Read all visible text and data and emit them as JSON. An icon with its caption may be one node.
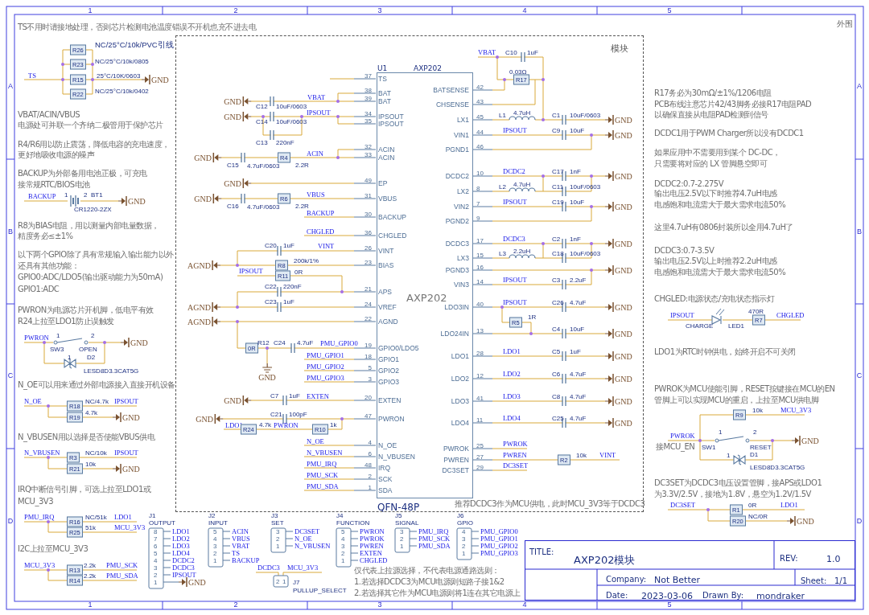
{
  "diagram": {
    "nodes": [
      {
        "text": [
          "模块"
        ]
      },
      {
        "text": [
          "AXP202"
        ],
        "in": 0,
        "beside": [
          "U1",
          "AXP202",
          "QFN-48P"
        ]
      },
      {
        "text": [
          "TITLE:",
          "AXP202模块",
          "REV:",
          "1.0",
          "Company:",
          "Not Better",
          "Sheet:",
          "1/1",
          "Date:",
          "2023-03-06",
          "Drawn By:",
          "mondraker"
        ]
      }
    ],
    "labels": [
      "1",
      "2",
      "3",
      "4",
      "5",
      "A",
      "B",
      "C",
      "D",
      "A",
      "B",
      "C",
      "D",
      "1",
      "2",
      "3",
      "4",
      "5",
      "TS不用时请接地处理，否则芯片检测电池温度错误不开机也充不进去电",
      "外围",
      "R26",
      "NC/25°C/10k/PVC引线",
      "R23",
      "NC/25°C/10k/0805",
      "TS",
      "R15",
      "25°C/10K/0603",
      "GND",
      "R22",
      "NC/25°C/10k/0402",
      "VBAT/ACIN/VBUS",
      "电源处可并联一个齐纳二极管用于保护芯片",
      "R4/R6用以防止震荡，降低电容的充电速度，",
      "更好地吸收电源的噪声",
      "BACKUP为外部备用电池正极，可充电",
      "接常规RTC/BIOS电池",
      "BACKUP",
      "1",
      "2",
      "BT1",
      "GND",
      "CR1220-2ZX",
      "R8为BIAS电阻，用以测量内部电量数据，",
      "精度务必≤±1%",
      "以下两个GPIO除了具有常规输入输出能力以外",
      "还具有其他功能：",
      "GPIO0:ADC/LDO5(输出驱动能力为50mA)",
      "GPIO1:ADC",
      "PWRON为电源芯片开机脚，低电平有效",
      "R24上拉至LDO1防止误触发",
      "PWRON",
      "1",
      "2",
      "GND",
      "SW3",
      "OPEN",
      "1",
      "D2",
      "LESD8D3.3CAT5G",
      "N_OE可以用来通过外部电源接入直接开机设备",
      "N_OE",
      "R18",
      "NC/4.7k",
      "IPSOUT",
      "R19",
      "4.7k",
      "GND",
      "N_VBUSEN用以选择是否使能VBUS供电",
      "N_VBUSEN",
      "R3",
      "NC/10k",
      "IPSOUT",
      "R21",
      "10k",
      "GND",
      "IRQ中断信号引脚，可选上拉至LDO1或",
      "MCU_3V3",
      "PMU_IRQ",
      "R16",
      "NC/51k",
      "LDO1",
      "R25",
      "51k",
      "MCU_3V3",
      "I2C上拉至MCU_3V3",
      "MCU_3V3",
      "R13",
      "2.2k",
      "PMU_SCK",
      "R14",
      "2.2k",
      "PMU_SDA",
      "J1",
      "OUTPUT",
      "8",
      "7",
      "6",
      "5",
      "4",
      "3",
      "2",
      "1",
      "LDO1",
      "LDO2",
      "LDO3",
      "LDO4",
      "DCDC2",
      "DCDC3",
      "IPSOUT",
      "GND",
      "J2",
      "INPUT",
      "5",
      "4",
      "3",
      "2",
      "1",
      "ACIN",
      "VBUS",
      "VBAT",
      "TS",
      "BACKUP",
      "J3",
      "SET",
      "3",
      "2",
      "1",
      "DC3SET",
      "N_OE",
      "N_VBUSEN",
      "J4",
      "FUNCTION",
      "5",
      "4",
      "3",
      "2",
      "1",
      "PWRON",
      "PWROK",
      "PWREN",
      "EXTEN",
      "CHGLED",
      "J5",
      "SIGNAL",
      "3",
      "2",
      "1",
      "PMU_IRQ",
      "PMU_SCK",
      "PMU_SDA",
      "J6",
      "GPIO",
      "4",
      "3",
      "2",
      "1",
      "PMU_GPIO0",
      "PMU_GPIO1",
      "PMU_GPIO2",
      "PMU_GPIO3",
      "DCDC3",
      "MCU_3V3",
      "2",
      "1",
      "J7",
      "PULLUP_SELECT",
      "仅代表上拉源选择，不代表电源通路选则：",
      "1.若选择DCDC3为MCU电源则短路子接1&2",
      "2.若选择其它作为MCU电源则将1连在其它电源上",
      "37",
      "TS",
      "38",
      "BAT",
      "39",
      "BAT",
      "34",
      "IPSOUT",
      "35",
      "IPSOUT",
      "32",
      "ACIN",
      "33",
      "ACIN",
      "49",
      "EP",
      "31",
      "VBUS",
      "30",
      "BACKUP",
      "36",
      "CHGLED",
      "26",
      "VINT",
      "23",
      "BIAS",
      "21",
      "APS",
      "24",
      "VREF",
      "22",
      "AGND",
      "19",
      "GPIO0/LDO5",
      "18",
      "GPIO1",
      "5",
      "GPIO2",
      "3",
      "GPIO3",
      "20",
      "EXTEN",
      "47",
      "PWRON",
      "4",
      "N_OE",
      "6",
      "N_VBUSEN",
      "48",
      "IRQ",
      "2",
      "SCK",
      "1",
      "SDA",
      "BATSENSE",
      "42",
      "CHSENSE",
      "43",
      "LX1",
      "45",
      "VIN1",
      "44",
      "PGND1",
      "46",
      "DCDC2",
      "10",
      "LX2",
      "8",
      "VIN2",
      "7",
      "PGND2",
      "9",
      "DCDC3",
      "17",
      "LX3",
      "15",
      "PGND3",
      "16",
      "VIN3",
      "14",
      "LDO3IN",
      "40",
      "LDO24IN",
      "13",
      "LDO1",
      "28",
      "LDO2",
      "12",
      "LDO3",
      "41",
      "LDO4",
      "11",
      "PWROK",
      "25",
      "PWREN",
      "27",
      "DC3SET",
      "29",
      "GND",
      "C12",
      "10uF/0603",
      "VBAT",
      "GND",
      "C14",
      "10uF/0603",
      "IPSOUT",
      "C13",
      "220nF",
      "GND",
      "C15",
      "4.7uF/0603",
      "R4",
      "2.2R",
      "ACIN",
      "GND",
      "GND",
      "C16",
      "4.7uF/0603",
      "R6",
      "2.2R",
      "VBUS",
      "BACKUP",
      "CHGLED",
      "C20",
      "1uF",
      "VINT",
      "AGND",
      "R8",
      "200k/1%",
      "IPSOUT",
      "R11",
      "0R",
      "C22",
      "220nF",
      "AGND",
      "C23",
      "1uF",
      "AGND",
      "0R",
      "R12",
      "C24",
      "4.7uF",
      "PMU_GPIO0",
      "GND",
      "PMU_GPIO1",
      "PMU_GPIO2",
      "PMU_GPIO3",
      "GND",
      "C7",
      "1uF",
      "EXTEN",
      "GND",
      "C21",
      "100pF",
      "LDO1",
      "R24",
      "4.7k",
      "PWRON",
      "R10",
      "1k",
      "N_OE",
      "N_VBUSEN",
      "PMU_IRQ",
      "PMU_SCK",
      "PMU_SDA",
      "VBAT",
      "C10",
      "1uF",
      "0.03Ω",
      "R17",
      "L1",
      "4.7uH",
      "C1",
      "10uF/0603",
      "GND",
      "IPSOUT",
      "C9",
      "10uF",
      "GND",
      "DCDC2",
      "C17",
      "1nF",
      "GND",
      "L2",
      "4.7uH",
      "C11",
      "10uF/0603",
      "IPSOUT",
      "C19",
      "10uF",
      "GND",
      "DCDC3",
      "C2",
      "1nF",
      "GND",
      "L3",
      "2.2uH",
      "C18",
      "10uF/0603",
      "GND",
      "IPSOUT",
      "C3",
      "2.2uF",
      "IPSOUT",
      "C26",
      "4.7uF",
      "GND",
      "R5",
      "1R",
      "C4",
      "10uF",
      "GND",
      "LDO1",
      "C5",
      "1uF",
      "GND",
      "LDO2",
      "C6",
      "4.7uF",
      "GND",
      "LDO3",
      "C8",
      "4.7uF",
      "GND",
      "LDO4",
      "C25",
      "4.7uF",
      "GND",
      "PWROK",
      "PWREN",
      "R2",
      "10k",
      "VINT",
      "DC3SET",
      "R17务必为30mΩ/±1%/1206电阻",
      "PCB布线注意芯片42/43脚务必接R17电阻PAD",
      "以确保直接从电阻PAD检测到信号",
      "DCDC1用于PWM Charger所以没有DCDC1",
      "如果应用中不需要用到某个 DC-DC，",
      "只需要将对应的 LX 管脚悬空即可",
      "DCDC2:0.7-2.275V",
      "输出电压2.5V以下时推荐4.7uH电感",
      "电感饱和电流需大于最大需求电流50%",
      "这里4.7uH有0806封装所以全用4.7uH了",
      "DCDC3:0.7-3.5V",
      "输出电压2.5V以上时推荐2.2uH电感",
      "电感饱和电流需大于最大需求电流50%",
      "CHGLED:电源状态/充电状态指示灯",
      "IPSOUT",
      "CHARGE",
      "LED1",
      "470R",
      "R7",
      "CHGLED",
      "LDO1为RTC时钟供电，始终开启不可关闭",
      "PWROK为MCU使能引脚，RESET按键接在MCU的EN",
      "管脚上可以实现MCU的重启，上拉至MCU供电脚",
      "R9",
      "10k",
      "MCU_3V3",
      "PWROK",
      "1",
      "2",
      "接MCU_EN",
      "SW1",
      "RESET",
      "GND",
      "1",
      "D1",
      "LESD8D3.3CAT5G",
      "DC3SET为DCDC3电压设置管脚，接APS或LDO1",
      "为3.3V/2.5V，接地为1.8V，悬空为1.2V/1.5V",
      "DC3SET",
      "R1",
      "0R",
      "LDO1",
      "R20",
      "NC/0R",
      "GND",
      "推荐DCDC3作为MCU供电，此时MCU_3V3等于DCDC3"
    ]
  }
}
